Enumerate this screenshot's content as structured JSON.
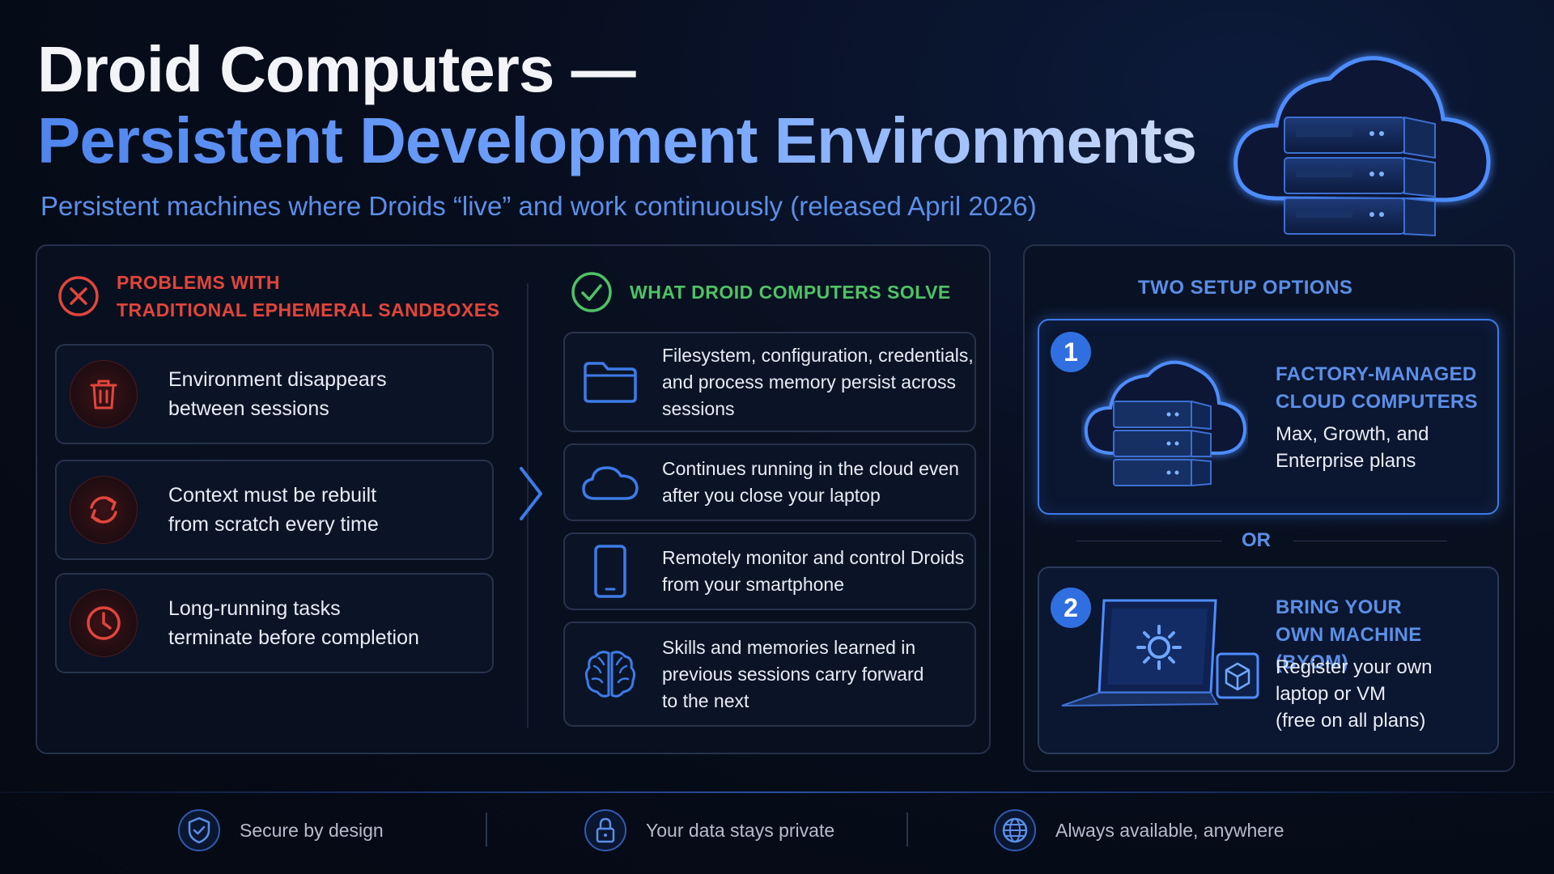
{
  "header": {
    "title_line1": "Droid Computers —",
    "title_line2": "Persistent Development Environments",
    "subtitle": "Persistent machines where Droids “live” and work continuously (released April 2026)"
  },
  "problems": {
    "heading_line1": "PROBLEMS WITH",
    "heading_line2": "TRADITIONAL EPHEMERAL SANDBOXES",
    "items": [
      {
        "icon": "trash-icon",
        "line1": "Environment disappears",
        "line2": "between sessions"
      },
      {
        "icon": "refresh-icon",
        "line1": "Context must be rebuilt",
        "line2": "from scratch every time"
      },
      {
        "icon": "clock-icon",
        "line1": "Long-running tasks",
        "line2": "terminate before completion"
      }
    ]
  },
  "solutions": {
    "heading": "WHAT DROID COMPUTERS SOLVE",
    "items": [
      {
        "icon": "folder-icon",
        "lines": [
          "Filesystem, configuration, credentials,",
          "and process memory persist across",
          "sessions"
        ]
      },
      {
        "icon": "cloud-icon",
        "lines": [
          "Continues running in the cloud even",
          "after you close your laptop"
        ]
      },
      {
        "icon": "smartphone-icon",
        "lines": [
          "Remotely monitor and control Droids",
          "from your smartphone"
        ]
      },
      {
        "icon": "brain-icon",
        "lines": [
          "Skills and memories learned in",
          "previous sessions carry forward",
          "to the next"
        ]
      }
    ]
  },
  "setup": {
    "heading": "TWO SETUP OPTIONS",
    "separator": "OR",
    "options": [
      {
        "number": "1",
        "title_line1": "FACTORY-MANAGED",
        "title_line2": "CLOUD COMPUTERS",
        "desc": [
          "Max, Growth, and",
          "Enterprise plans"
        ]
      },
      {
        "number": "2",
        "title_line1": "BRING YOUR",
        "title_line2": "OWN MACHINE (BYOM)",
        "desc": [
          "Register your own",
          "laptop or VM",
          "(free on all plans)"
        ]
      }
    ]
  },
  "footer": {
    "items": [
      {
        "icon": "shield-check-icon",
        "label": "Secure by design"
      },
      {
        "icon": "lock-icon",
        "label": "Your data stays private"
      },
      {
        "icon": "globe-icon",
        "label": "Always available, anywhere"
      }
    ]
  },
  "colors": {
    "accent_blue": "#3d7be8",
    "problem_red": "#e2453b",
    "solve_green": "#4fc265",
    "background": "#070d1c"
  }
}
